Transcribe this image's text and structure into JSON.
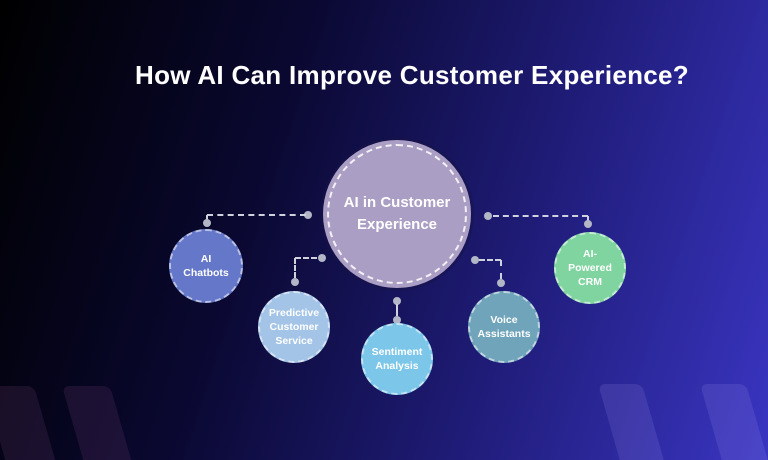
{
  "title": "How AI Can Improve Customer Experience?",
  "diagram": {
    "center_node": {
      "label": "AI in Customer Experience",
      "fill": "#ab9ec4"
    },
    "nodes": [
      {
        "label": "AI Chatbots",
        "fill": "#6477c8"
      },
      {
        "label": "Predictive Customer Service",
        "fill": "#a3c4e6"
      },
      {
        "label": "Sentiment Analysis",
        "fill": "#7cc6e9"
      },
      {
        "label": "Voice Assistants",
        "fill": "#6fa4ba"
      },
      {
        "label": "AI-Powered CRM",
        "fill": "#7fd49f"
      }
    ],
    "connector_color": "#cfd1dd",
    "text_color": "#ffffff"
  },
  "background": {
    "gradient_from": "#000000",
    "gradient_to": "#3a35c2"
  }
}
